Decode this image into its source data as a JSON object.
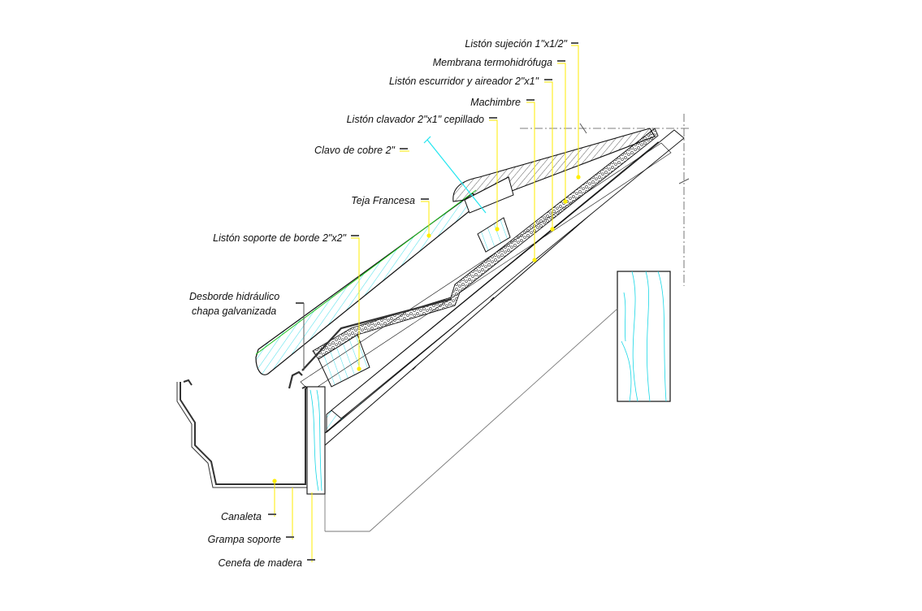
{
  "colors": {
    "background": "#ffffff",
    "outline": "#111111",
    "hatch": "#17d7e6",
    "leader": "#ffee00",
    "thin_line": "#777777",
    "green_edge": "#22c422",
    "nail": "#22e6f0",
    "marker": "#555555"
  },
  "labels": {
    "liston_sujecion": "Listón sujeción 1\"x1/2\"",
    "membrana": "Membrana termohidrófuga",
    "liston_escurridor": "Listón escurridor y aireador 2\"x1\"",
    "machimbre": "Machimbre",
    "liston_clavador": "Listón clavador 2\"x1\" cepillado",
    "clavo": "Clavo de cobre 2\"",
    "teja": "Teja Francesa",
    "liston_soporte": "Listón soporte de borde 2\"x2\"",
    "desborde_line1": "Desborde hidráulico",
    "desborde_line2": "chapa galvanizada",
    "canaleta": "Canaleta",
    "grampa": "Grampa soporte",
    "cenefa": "Cenefa de madera"
  }
}
